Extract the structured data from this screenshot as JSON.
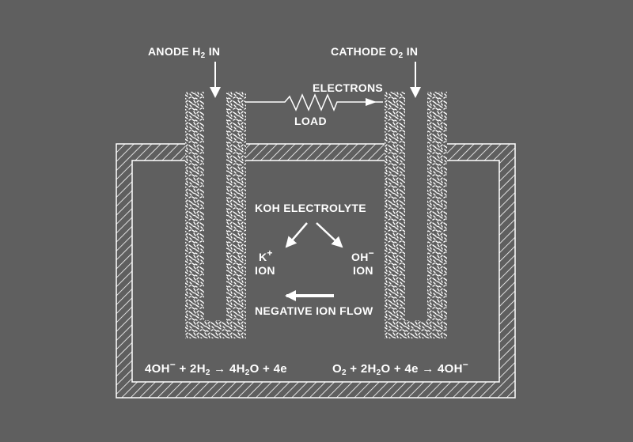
{
  "labels": {
    "anode": {
      "pre": "ANODE H",
      "sub": "2",
      "post": " IN"
    },
    "cathode": {
      "pre": "CATHODE O",
      "sub": "2",
      "post": " IN"
    },
    "electrons": "ELECTRONS",
    "load": "LOAD",
    "electrolyte": "KOH ELECTROLYTE",
    "k_ion": {
      "symbol": "K",
      "charge": "+",
      "word": "ION"
    },
    "oh_ion": {
      "symbol": "OH",
      "charge": "−",
      "word": "ION"
    },
    "negative_ion_flow": "NEGATIVE ION FLOW"
  },
  "equations": {
    "anode": [
      {
        "t": "4OH"
      },
      {
        "sup": "−"
      },
      {
        "t": " + 2H"
      },
      {
        "sub": "2"
      },
      {
        "t": " → 4H"
      },
      {
        "sub": "2"
      },
      {
        "t": "O + 4e"
      }
    ],
    "cathode": [
      {
        "t": "O"
      },
      {
        "sub": "2"
      },
      {
        "t": " + 2H"
      },
      {
        "sub": "2"
      },
      {
        "t": "O + 4e → 4OH"
      },
      {
        "sup": "−"
      }
    ]
  },
  "colors": {
    "background": "#5f5f5f",
    "ink": "#ffffff"
  }
}
